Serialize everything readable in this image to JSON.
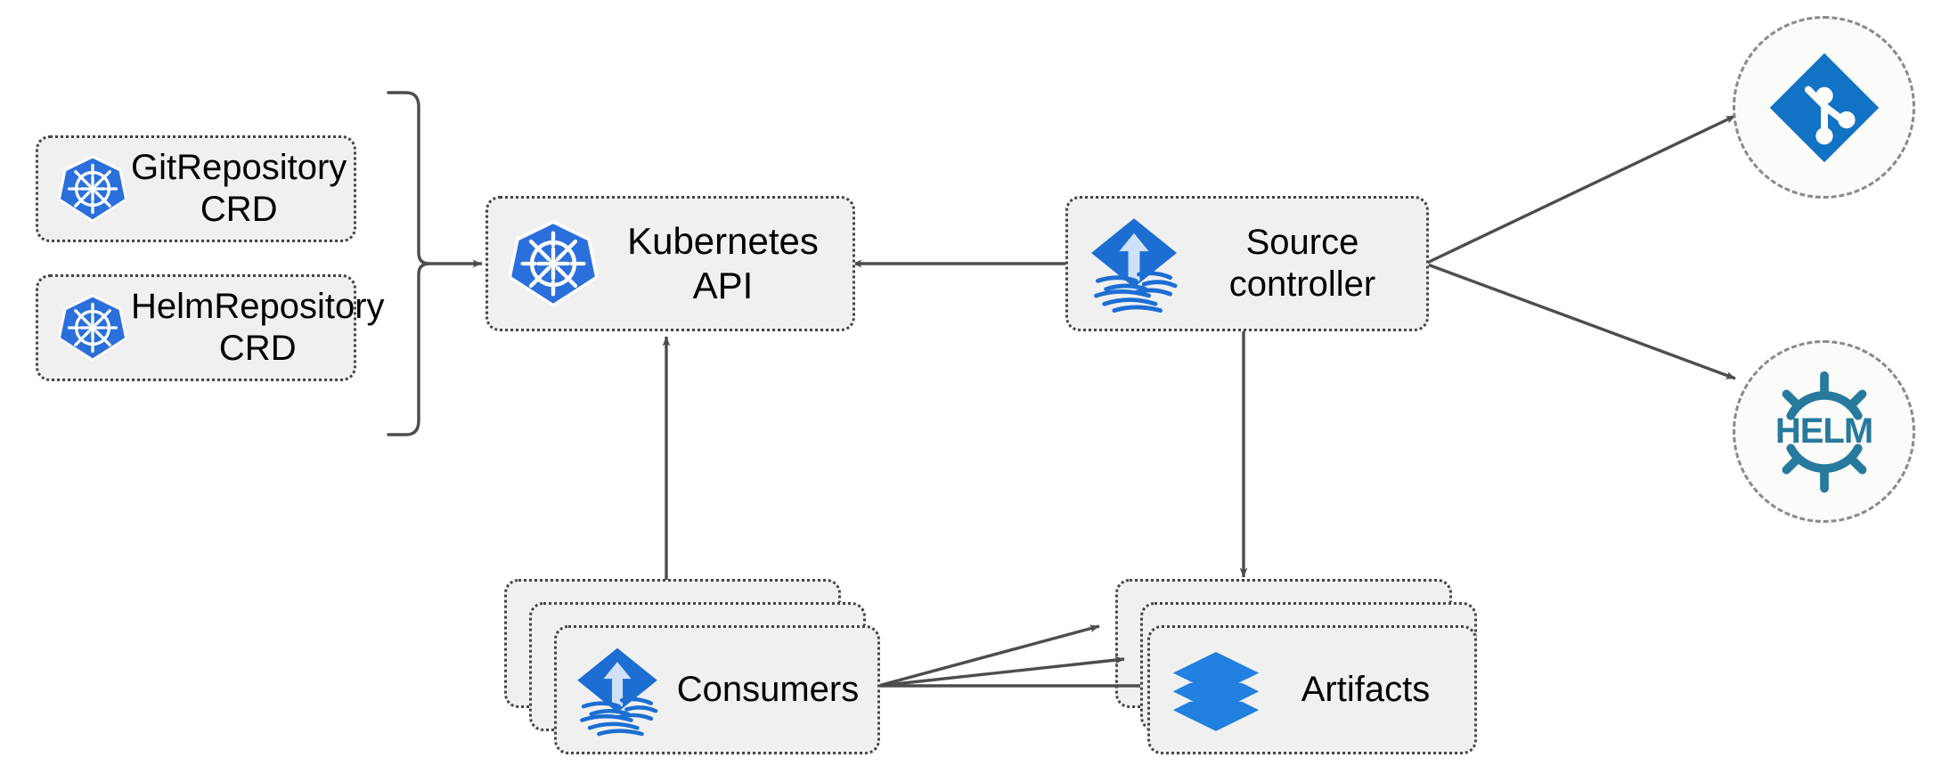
{
  "diagram": {
    "title": "Flux source-controller architecture",
    "colors": {
      "node_fill": "#f0f0f0",
      "node_border": "#444444",
      "circle_fill": "#fbfbf9",
      "circle_border": "#8a8a8a",
      "edge": "#4d4d4d",
      "kubernetes_blue": "#2a6fdb",
      "flux_blue": "#1c6ed3",
      "git_blue": "#1272c4",
      "helm_blue": "#277a9d",
      "layers_blue": "#2180e0",
      "text": "#000000"
    },
    "nodes": [
      {
        "id": "gitrepository-crd",
        "label": "GitRepository\nCRD",
        "icon": "kubernetes-icon",
        "shape": "rounded-rect"
      },
      {
        "id": "helmrepository-crd",
        "label": "HelmRepository\nCRD",
        "icon": "kubernetes-icon",
        "shape": "rounded-rect"
      },
      {
        "id": "kubernetes-api",
        "label": "Kubernetes API",
        "icon": "kubernetes-icon",
        "shape": "rounded-rect"
      },
      {
        "id": "source-controller",
        "label": "Source\ncontroller",
        "icon": "flux-icon",
        "shape": "rounded-rect"
      },
      {
        "id": "consumers",
        "label": "Consumers",
        "icon": "flux-icon",
        "shape": "stacked-rect"
      },
      {
        "id": "artifacts",
        "label": "Artifacts",
        "icon": "layers-icon",
        "shape": "stacked-rect"
      },
      {
        "id": "git-repo",
        "label": "",
        "icon": "git-icon",
        "shape": "dashed-circle"
      },
      {
        "id": "helm-repo",
        "label": "HELM",
        "icon": "helm-icon",
        "shape": "dashed-circle"
      }
    ],
    "edges": [
      {
        "from": "crd-bracket",
        "to": "kubernetes-api",
        "style": "solid-arrow"
      },
      {
        "from": "source-controller",
        "to": "kubernetes-api",
        "style": "solid-arrow"
      },
      {
        "from": "consumers",
        "to": "kubernetes-api",
        "style": "solid-arrow"
      },
      {
        "from": "source-controller",
        "to": "artifacts",
        "style": "solid-arrow"
      },
      {
        "from": "source-controller",
        "to": "git-repo",
        "style": "solid-arrow"
      },
      {
        "from": "source-controller",
        "to": "helm-repo",
        "style": "solid-arrow"
      },
      {
        "from": "consumers",
        "to": "artifacts",
        "style": "solid-arrow"
      },
      {
        "from": "consumers",
        "to": "artifacts",
        "style": "solid-arrow"
      },
      {
        "from": "consumers",
        "to": "artifacts",
        "style": "solid-arrow"
      }
    ],
    "labels": {
      "gitrepository_crd": "GitRepository\nCRD",
      "helmrepository_crd": "HelmRepository\nCRD",
      "kubernetes_api": "Kubernetes API",
      "source_controller": "Source\ncontroller",
      "consumers": "Consumers",
      "artifacts": "Artifacts",
      "helm_wordmark": "HELM"
    }
  }
}
